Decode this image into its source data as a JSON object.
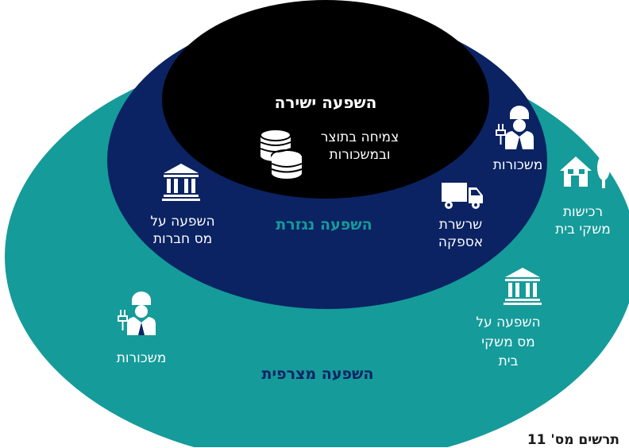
{
  "colors": {
    "outer_ring": "#159b9a",
    "middle_ring": "#0b2363",
    "inner_core": "#000000",
    "icon": "#ffffff",
    "cumulative_text": "#0b2363",
    "indirect_text": "#159b9a",
    "core_text": "#ffffff",
    "ring_text": "#ffffff"
  },
  "direct": {
    "title": "השפעה ישירה",
    "item_line1": "צמיחה בתוצר",
    "item_line2": "ובמשכורות",
    "icon": "coins-icon"
  },
  "indirect": {
    "title": "השפעה נגזרת",
    "corp_tax_line1": "השפעה על",
    "corp_tax_line2": "מס חברות",
    "corp_tax_icon": "bank-building-icon",
    "wages": "משכורות",
    "wages_icon": "worker-icon",
    "supply_line1": "שרשרת",
    "supply_line2": "אספקה",
    "supply_icon": "truck-icon"
  },
  "cumulative": {
    "title": "השפעה מצרפית",
    "wages": "משכורות",
    "wages_icon": "worker-icon",
    "purchases_line1": "רכישות",
    "purchases_line2": "משקי בית",
    "purchases_icon": "house-icon",
    "household_tax_line1": "השפעה על",
    "household_tax_line2": "מס משקי",
    "household_tax_line3": "בית",
    "household_tax_icon": "bank-building-icon"
  },
  "caption": "תרשים מס' 11"
}
